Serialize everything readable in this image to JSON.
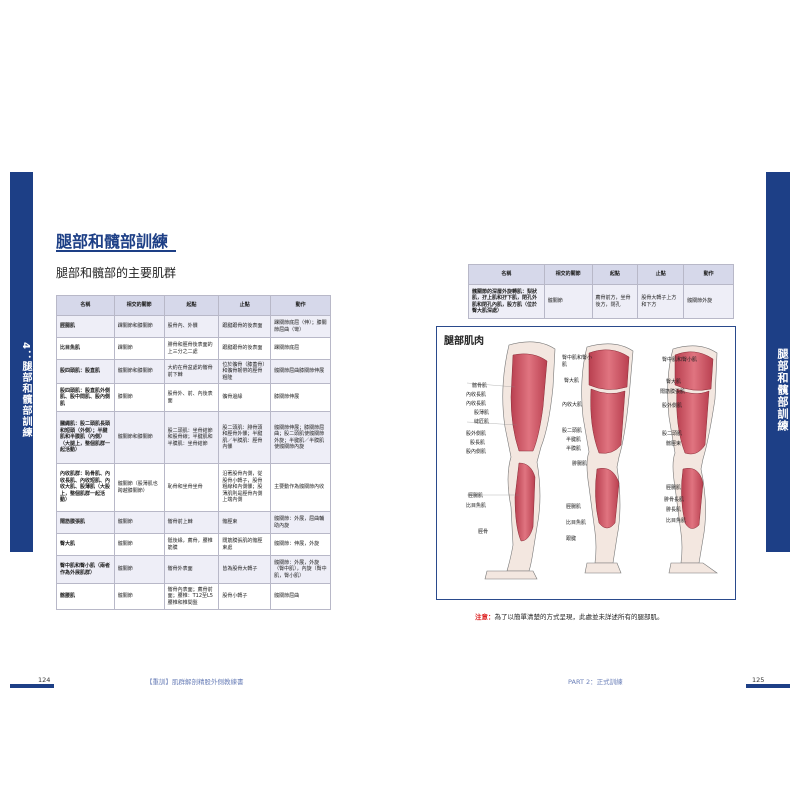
{
  "left_page": {
    "side_tab": "4：腿部和髖部訓練",
    "title": "腿部和髖部訓練",
    "subtitle": "腿部和髖部的主要肌群",
    "table": {
      "headers": [
        "名稱",
        "相交的關節",
        "起點",
        "止點",
        "動作"
      ],
      "rows": [
        {
          "name": "脛腸肌",
          "joint": "踝關節和膝關節",
          "origin": "股骨內、外髁",
          "insertion": "跟腱跟骨的後表面",
          "action": "踝關節底屈（伸）；膝關節屈曲（彎）"
        },
        {
          "name": "比目魚肌",
          "joint": "踝關節",
          "origin": "腓骨和脛骨後表面的上三分之二處",
          "insertion": "跟腱跟骨的後表面",
          "action": "踝關節底屈"
        },
        {
          "name": "股四頭肌：股直肌",
          "joint": "髖關節和膝關節",
          "origin": "大約在骨盆處的髂骨前下棘",
          "insertion": "位於髕骨（膝蓋骨）和髕骨韌帶的脛骨粗隆",
          "action": "髖關節屈曲膝關節伸展"
        },
        {
          "name": "股四頭肌：股直肌外側肌、股中間肌、股內側肌",
          "joint": "膝關節",
          "origin": "股骨外、前、內後表面",
          "insertion": "髕骨邊緣",
          "action": "膝關節伸展"
        },
        {
          "name": "膕繩肌：股二頭肌長頭和短頭（外側）；半腱肌和半膜肌（內側）（大腿上，整個肌群一起活動）",
          "joint": "髖關節和膝關節",
          "origin": "股二頭肌：坐骨結節和股骨線；半腱肌和半膜肌：坐骨結節",
          "insertion": "股二頭肌：腓骨頭和脛骨外髁；半腱肌／半膜肌：脛骨內髁",
          "action": "髖關節伸展；膝關節屈曲；股二頭肌使髖關節外旋；半腱肌／半膜肌使髖關節內旋"
        },
        {
          "name": "內收肌群：恥骨肌、內收長肌、內收短肌、內收大肌、股薄肌（大股上，整個肌群一起活動）",
          "joint": "髖關節（股薄肌也跨越膝關節）",
          "origin": "恥骨和坐骨坐骨",
          "insertion": "沿著股骨內側，從股骨小轉子，股骨粗線和內側髁；股薄肌則是脛骨內側上端內側",
          "action": "主要動作為髖關節內收"
        },
        {
          "name": "闊筋膜張肌",
          "joint": "髖關節",
          "origin": "髂骨前上棘",
          "insertion": "髂脛束",
          "action": "髖關節：外展，屈曲輔助內旋"
        },
        {
          "name": "臀大肌",
          "joint": "髖關節",
          "origin": "骶後緣，薦骨，腰椎筋膜",
          "insertion": "闊筋膜張肌的髂脛束處",
          "action": "髖關節：伸展，外旋"
        },
        {
          "name": "臀中肌和臀小肌（兩者作為外展肌群）",
          "joint": "髖關節",
          "origin": "髂骨外表面",
          "insertion": "皆為股骨大轉子",
          "action": "髖關節：外展，外旋（臀中肌），內旋（臀中肌，臀小肌）"
        },
        {
          "name": "髂腰肌",
          "joint": "髖關節",
          "origin": "髂骨內表面；薦骨前面；腰椎：T12至L5腰椎和椎間盤",
          "insertion": "股骨小轉子",
          "action": "髖關節屈曲"
        }
      ]
    },
    "page_number": "124",
    "footer": "【重訓】肌群解剖精股外側教練書"
  },
  "right_page": {
    "side_tab": "腿部和髖部訓練",
    "table": {
      "headers": [
        "名稱",
        "相交的關節",
        "起點",
        "止點",
        "動作"
      ],
      "rows": [
        {
          "name": "髖關節的深層外旋轉肌：梨狀肌，孖上肌和孖下肌，閉孔外肌和閉孔內肌，股方肌（位於臀大肌深處）",
          "joint": "髖關節",
          "origin": "薦骨前方，坐骨後方，閉孔",
          "insertion": "股骨大轉子上方和下方",
          "action": "髖關節外旋"
        }
      ]
    },
    "figure": {
      "title": "腿部肌肉",
      "labels_front_left": [
        "髂骨肌",
        "內收長肌",
        "內收長肌",
        "股薄肌",
        "縫匠肌",
        "股外側肌",
        "股長肌",
        "股內側肌",
        "脛腸肌",
        "比目魚肌",
        "脛骨"
      ],
      "labels_middle": [
        "臀中肌和臀小肌",
        "臀大肌",
        "內收大肌",
        "股二頭肌",
        "半腱肌",
        "半膜肌",
        "腓腸肌",
        "脛腸肌",
        "比目魚肌",
        "跟腱"
      ],
      "labels_right": [
        "臀中肌和臀小肌",
        "臀大肌",
        "闊筋膜張肌",
        "股外側肌",
        "股二頭肌",
        "髂脛束",
        "脛腸肌",
        "腓骨長肌",
        "腓長肌",
        "比目魚肌"
      ]
    },
    "note_key": "注意：",
    "note_text": "為了以簡單清楚的方式呈現，此處並未詳述所有的腿部肌。",
    "footer": "PART 2：正式訓練",
    "page_number": "125"
  },
  "colors": {
    "accent": "#1d3f86",
    "table_header": "#d6d8ea",
    "muscle": "#d9606c",
    "note_key": "#dd2222"
  }
}
